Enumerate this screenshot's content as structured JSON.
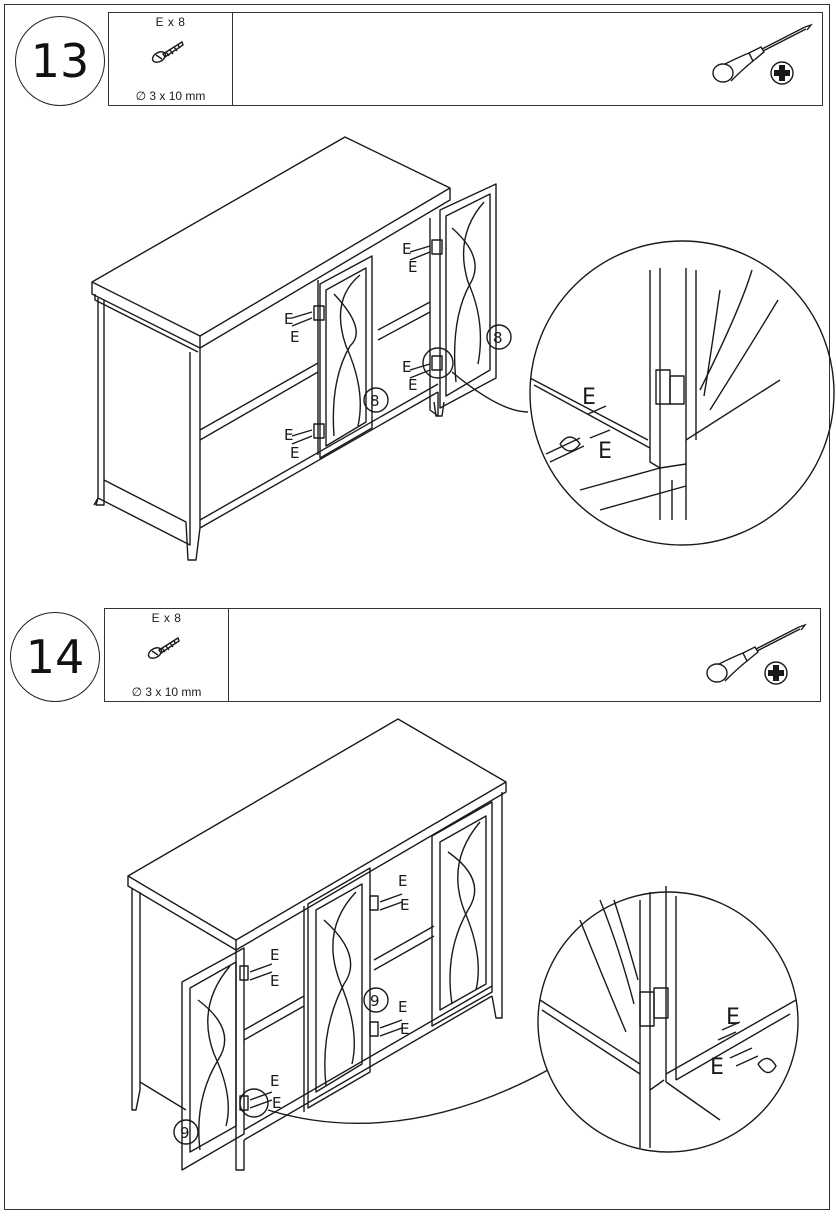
{
  "steps": [
    {
      "number": "13",
      "part_qty": "E x 8",
      "part_size": "∅ 3 x 10 mm",
      "tool_icon": "phillips-screwdriver-icon",
      "door_label_a": "8",
      "door_label_b": "8",
      "screw_label": "E",
      "zoom_label_1": "E",
      "zoom_label_2": "E"
    },
    {
      "number": "14",
      "part_qty": "E x 8",
      "part_size": "∅ 3 x 10 mm",
      "tool_icon": "phillips-screwdriver-icon",
      "door_label_a": "9",
      "door_label_b": "9",
      "screw_label": "E",
      "zoom_label_1": "E",
      "zoom_label_2": "E"
    }
  ],
  "colors": {
    "line": "#1a1a1a",
    "background": "#ffffff"
  }
}
